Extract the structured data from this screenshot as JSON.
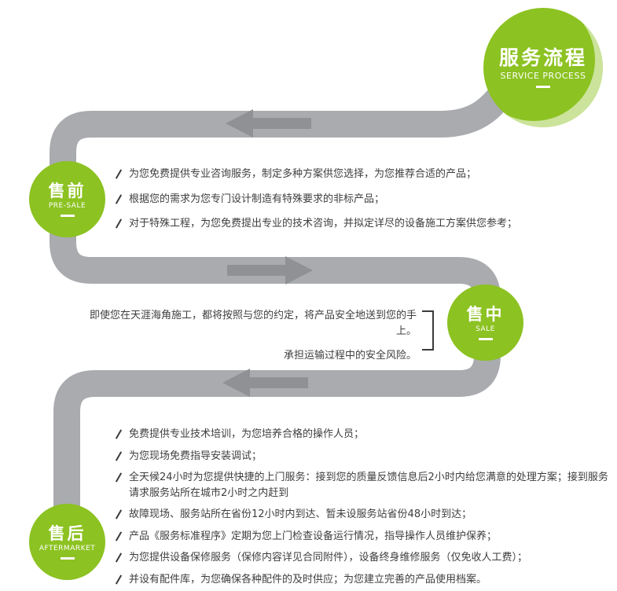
{
  "colors": {
    "green": "#8cc221",
    "road_gray": "#a9abae",
    "arrow_gray": "#8f9194",
    "text": "#3e3e3e",
    "badge_text": "#ffffff"
  },
  "title_badge": {
    "title": "服务流程",
    "subtitle": "SERVICE PROCESS"
  },
  "presale": {
    "badge": {
      "title": "售前",
      "subtitle": "PRE-SALE"
    },
    "items": [
      "为您免费提供专业咨询服务，制定多种方案供您选择，为您推荐合适的产品；",
      "根据您的需求为您专门设计制造有特殊要求的非标产品；",
      "对于特殊工程，为您免费提出专业的技术咨询，并拟定详尽的设备施工方案供您参考；"
    ]
  },
  "sale": {
    "badge": {
      "title": "售中",
      "subtitle": "SALE"
    },
    "lines": [
      "即使您在天涯海角施工，都将按照与您的约定，将产品安全地送到您的手上。",
      "承担运输过程中的安全风险。"
    ]
  },
  "aftersale": {
    "badge": {
      "title": "售后",
      "subtitle": "AFTERMARKET"
    },
    "items": [
      "免费提供专业技术培训，为您培养合格的操作人员；",
      "为您现场免费指导安装调试；",
      "全天候24小时为您提供快捷的上门服务：接到您的质量反馈信息后2小时内给您满意的处理方案；接到服务请求服务站所在城市2小时之内赶到",
      "故障现场、服务站所在省份12小时内到达、暂未设服务站省份48小时到达；",
      "产品《服务标准程序》定期为您上门检查设备运行情况，指导操作人员维护保养；",
      "为您提供设备保修服务（保修内容详见合同附件），设备终身维修服务（仅免收人工费）；",
      "并设有配件库，为您确保各种配件的及时供应；为您建立完善的产品使用档案。"
    ]
  }
}
